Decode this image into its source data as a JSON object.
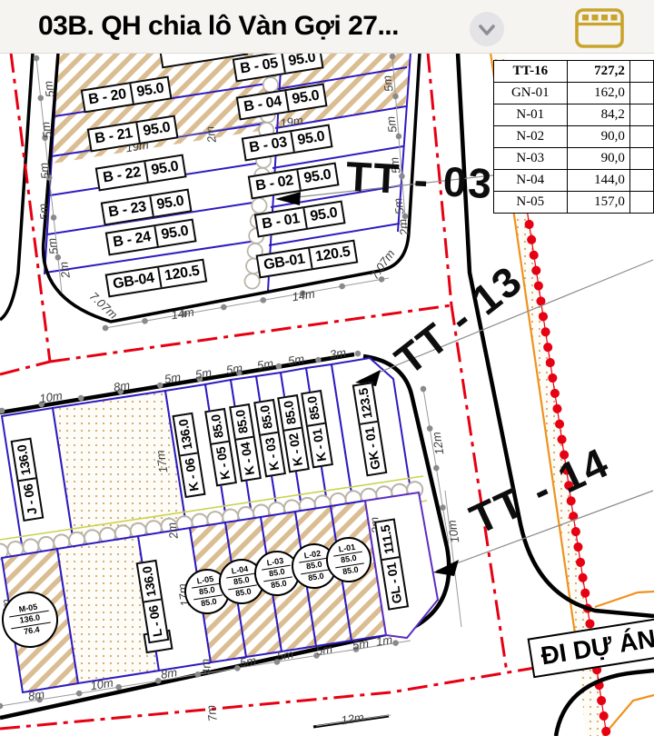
{
  "title_bar": {
    "title": "03B. QH chia lô Vàn Gợi 27...",
    "collapse_icon": "chevron-down",
    "grid_icon": "keyboard-panel"
  },
  "colors": {
    "boundary_red": "#e60012",
    "lot_blue": "#2e1bc0",
    "hatch_tan": "#dabd92",
    "accent_orange": "#f0921e",
    "band_yellow": "#c9d34f",
    "icon_gold": "#c9a42c"
  },
  "area_table": {
    "rows": [
      {
        "name": "TT-16",
        "value": "727,2"
      },
      {
        "name": "GN-01",
        "value": "162,0"
      },
      {
        "name": "N-01",
        "value": "84,2"
      },
      {
        "name": "N-02",
        "value": "90,0"
      },
      {
        "name": "N-03",
        "value": "90,0"
      },
      {
        "name": "N-04",
        "value": "144,0"
      },
      {
        "name": "N-05",
        "value": "157,0"
      }
    ]
  },
  "zones": {
    "tt03": "TT - 03",
    "tt13": "TT - 13",
    "tt14": "TT - 14"
  },
  "road_label": "ĐI DỰ ÁN",
  "lots": {
    "b_left": [
      {
        "n": "B - 20",
        "a": "95.0"
      },
      {
        "n": "B - 21",
        "a": "95.0"
      },
      {
        "n": "B - 22",
        "a": "95.0"
      },
      {
        "n": "B - 23",
        "a": "95.0"
      },
      {
        "n": "B - 24",
        "a": "95.0"
      },
      {
        "n": "GB-04",
        "a": "120.5"
      }
    ],
    "b_right": [
      {
        "n": "B - 05",
        "a": "95.0"
      },
      {
        "n": "B - 04",
        "a": "95.0"
      },
      {
        "n": "B - 03",
        "a": "95.0"
      },
      {
        "n": "B - 02",
        "a": "95.0"
      },
      {
        "n": "B - 01",
        "a": "95.0"
      },
      {
        "n": "GB-01",
        "a": "120.5"
      }
    ],
    "k": [
      {
        "n": "J - 06",
        "a": "136.0"
      },
      {
        "n": "K - 06",
        "a": "136.0"
      },
      {
        "n": "K - 05",
        "a": "85.0"
      },
      {
        "n": "K - 04",
        "a": "85.0"
      },
      {
        "n": "K - 03",
        "a": "85.0"
      },
      {
        "n": "K - 02",
        "a": "85.0"
      },
      {
        "n": "K - 01",
        "a": "85.0"
      },
      {
        "n": "GK - 01",
        "a": "123.5"
      }
    ],
    "l_boxes": [
      {
        "n": "L - 06",
        "a": "136.0"
      },
      {
        "n": "GL - 01",
        "a": "111.5"
      }
    ],
    "circles": [
      {
        "n": "M-05",
        "v1": "136.0",
        "v2": "76.4"
      },
      {
        "n": "L-05",
        "v1": "85.0",
        "v2": "85.0"
      },
      {
        "n": "L-04",
        "v1": "85.0",
        "v2": "85.0"
      },
      {
        "n": "L-03",
        "v1": "85.0",
        "v2": "85.0"
      },
      {
        "n": "L-02",
        "v1": "85.0",
        "v2": "85.0"
      },
      {
        "n": "L-01",
        "v1": "85.0",
        "v2": "85.0"
      }
    ]
  },
  "dims": [
    "5m",
    "5m",
    "5m",
    "5m",
    "5m",
    "2m",
    "2m",
    "5m",
    "5m",
    "5m",
    "5m",
    "2m",
    "19m",
    "19m",
    "14m",
    "14m",
    "7.07m",
    "7.07m",
    "10m",
    "8m",
    "5m",
    "5m",
    "5m",
    "5m",
    "5m",
    "3m",
    "17m",
    "2m",
    "12m",
    "2m",
    "17m",
    "17m",
    "10m",
    "8m",
    "10m",
    "8m",
    "4m",
    "5m",
    "5m",
    "5m",
    "5m",
    "1m",
    "7m",
    "12m"
  ]
}
